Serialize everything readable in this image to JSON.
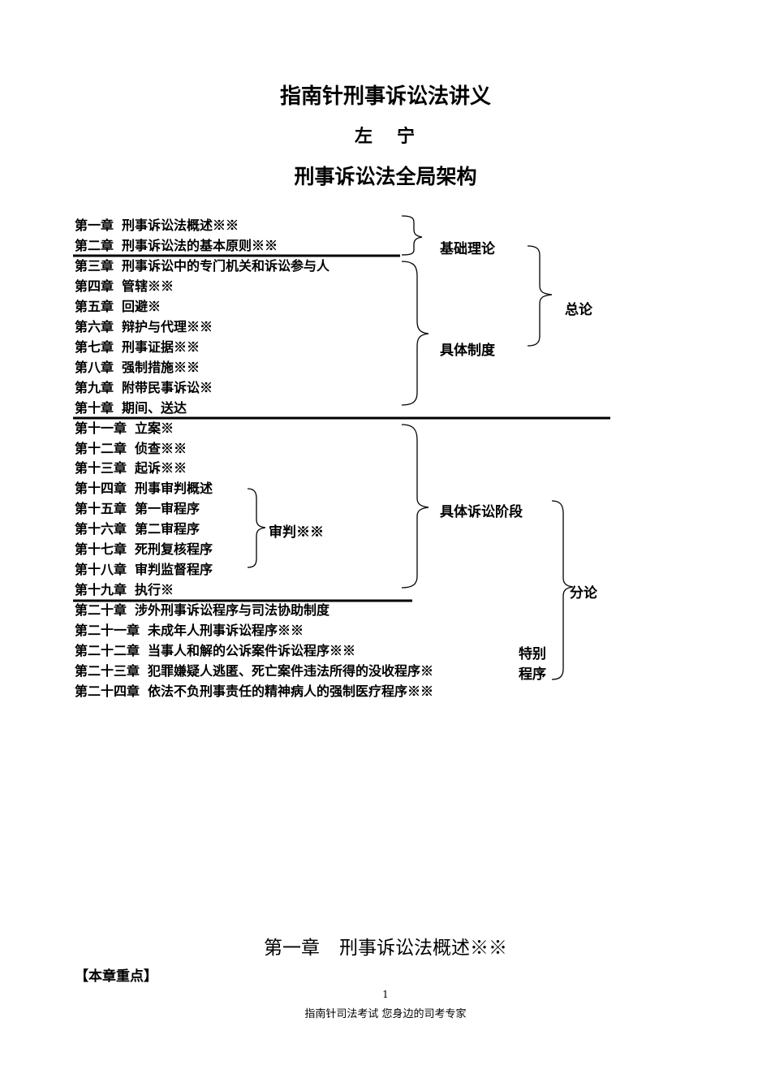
{
  "title": "指南针刑事诉讼法讲义",
  "author": [
    "左",
    "宁"
  ],
  "subtitle": "刑事诉讼法全局架构",
  "chapters": [
    {
      "num": "第一章",
      "name": "刑事诉讼法概述※※"
    },
    {
      "num": "第二章",
      "name": "刑事诉讼法的基本原则※※"
    },
    {
      "num": "第三章",
      "name": "刑事诉讼中的专门机关和诉讼参与人"
    },
    {
      "num": "第四章",
      "name": "管辖※※"
    },
    {
      "num": "第五章",
      "name": "回避※"
    },
    {
      "num": "第六章",
      "name": "辩护与代理※※"
    },
    {
      "num": "第七章",
      "name": "刑事证据※※"
    },
    {
      "num": "第八章",
      "name": "强制措施※※"
    },
    {
      "num": "第九章",
      "name": "附带民事诉讼※"
    },
    {
      "num": "第十章",
      "name": "期间、送达"
    },
    {
      "num": "第十一章",
      "name": "立案※"
    },
    {
      "num": "第十二章",
      "name": "侦查※※"
    },
    {
      "num": "第十三章",
      "name": "起诉※※"
    },
    {
      "num": "第十四章",
      "name": "刑事审判概述"
    },
    {
      "num": "第十五章",
      "name": "第一审程序"
    },
    {
      "num": "第十六章",
      "name": "第二审程序"
    },
    {
      "num": "第十七章",
      "name": "死刑复核程序"
    },
    {
      "num": "第十八章",
      "name": "审判监督程序"
    },
    {
      "num": "第十九章",
      "name": "执行※"
    },
    {
      "num": "第二十章",
      "name": "涉外刑事诉讼程序与司法协助制度"
    },
    {
      "num": "第二十一章",
      "name": "未成年人刑事诉讼程序※※"
    },
    {
      "num": "第二十二章",
      "name": "当事人和解的公诉案件诉讼程序※※"
    },
    {
      "num": "第二十三章",
      "name": "犯罪嫌疑人逃匿、死亡案件违法所得的没收程序※"
    },
    {
      "num": "第二十四章",
      "name": "依法不负刑事责任的精神病人的强制医疗程序※※"
    }
  ],
  "groups": {
    "basic_theory": "基础理论",
    "specific_system": "具体制度",
    "general": "总论",
    "trial": "审判※※",
    "stages": "具体诉讼阶段",
    "special_1": "特别",
    "special_2": "程序",
    "specific": "分论"
  },
  "chapter1_heading": {
    "num": "第一章",
    "name": "刑事诉讼法概述※※"
  },
  "key_points": "【本章重点】",
  "page_number": "1",
  "footer": "指南针司法考试  您身边的司考专家"
}
